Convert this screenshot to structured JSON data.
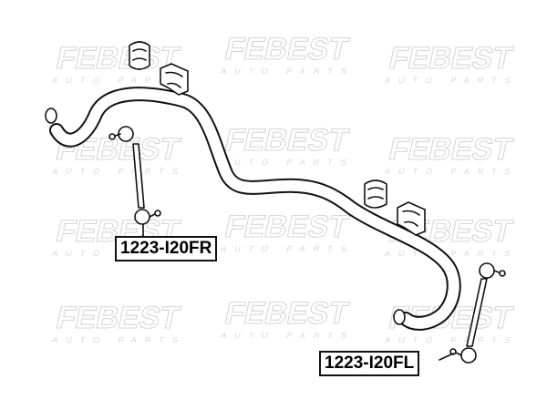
{
  "watermark": {
    "brand": "FEBEST",
    "tagline": "AUTO PARTS"
  },
  "parts": [
    {
      "part_number": "1223-I20FR"
    },
    {
      "part_number": "1223-I20FL"
    }
  ]
}
